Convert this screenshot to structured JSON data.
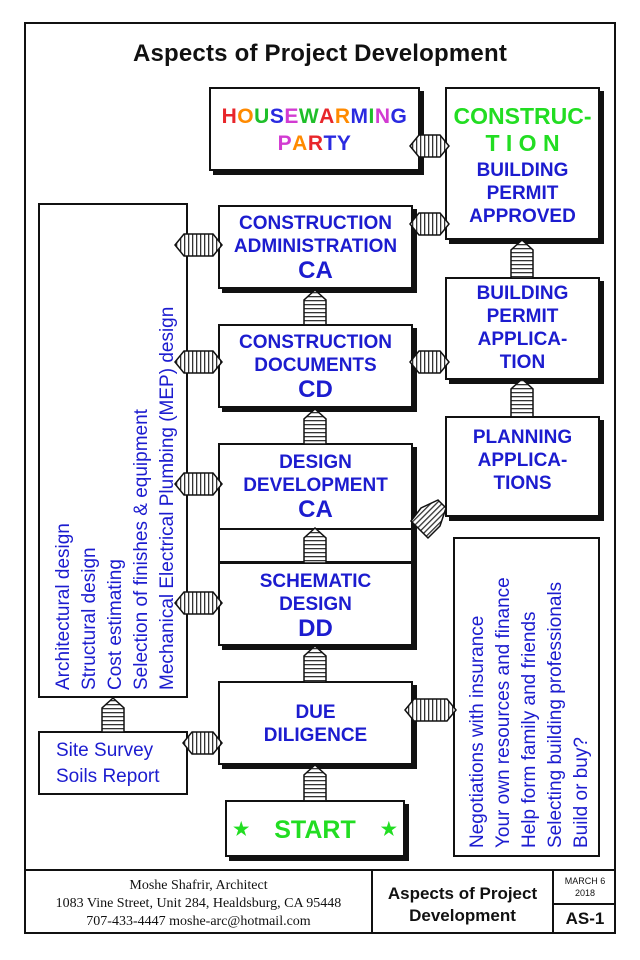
{
  "title": "Aspects of Project Development",
  "housewarming": {
    "line1_letters": [
      {
        "ch": "H",
        "color": "#e8262b"
      },
      {
        "ch": "O",
        "color": "#ff8a00"
      },
      {
        "ch": "U",
        "color": "#1fbf2a"
      },
      {
        "ch": "S",
        "color": "#2a2ae0"
      },
      {
        "ch": "E",
        "color": "#d23bd2"
      },
      {
        "ch": "W",
        "color": "#1fbf2a"
      },
      {
        "ch": "A",
        "color": "#e8262b"
      },
      {
        "ch": "R",
        "color": "#ff8a00"
      },
      {
        "ch": "M",
        "color": "#2a2ae0"
      },
      {
        "ch": "I",
        "color": "#1fbf2a"
      },
      {
        "ch": "N",
        "color": "#d23bd2"
      },
      {
        "ch": "G",
        "color": "#2a2ae0"
      }
    ],
    "line2_letters": [
      {
        "ch": "P",
        "color": "#d23bd2"
      },
      {
        "ch": "A",
        "color": "#ff8a00"
      },
      {
        "ch": "R",
        "color": "#e8262b"
      },
      {
        "ch": "T",
        "color": "#2a2ae0"
      },
      {
        "ch": "Y",
        "color": "#2a2ae0"
      }
    ]
  },
  "construction": {
    "line1": "CONSTRUC-",
    "line2": "T I O N",
    "line3": "BUILDING",
    "line4": "PERMIT",
    "line5": "APPROVED"
  },
  "ca_box": {
    "line1": "CONSTRUCTION",
    "line2": "ADMINISTRATION",
    "abbr": "CA"
  },
  "cd_box": {
    "line1": "CONSTRUCTION",
    "line2": "DOCUMENTS",
    "abbr": "CD"
  },
  "dd_box": {
    "line1": "DESIGN",
    "line2": "DEVELOPMENT",
    "abbr": "CA"
  },
  "sd_box": {
    "line1": "SCHEMATIC",
    "line2": "DESIGN",
    "abbr": "DD"
  },
  "due_box": {
    "line1": "DUE",
    "line2": "DILIGENCE"
  },
  "start_box": {
    "star": "★",
    "label": "START"
  },
  "permit_app": {
    "line1": "BUILDING",
    "line2": "PERMIT",
    "line3": "APPLICA-",
    "line4": "TION"
  },
  "planning": {
    "line1": "PLANNING",
    "line2": "APPLICA-",
    "line3": "TIONS"
  },
  "site_survey": {
    "line1": "Site Survey",
    "line2": "Soils Report"
  },
  "design_list": [
    "Architectural design",
    "Structural design",
    "Cost estimating",
    "Selection of finishes & equipment",
    "Mechanical Electrical Plumbing (MEP) design"
  ],
  "finance_list": [
    "Negotiations with insurance",
    "Your own resources and finance",
    "Help form family and friends",
    "Selecting building professionals",
    "Build or buy?"
  ],
  "footer": {
    "name": "Moshe Shafrir, Architect",
    "address": "1083 Vine Street, Unit 284, Healdsburg, CA 95448",
    "contact": "707-433-4447  moshe-arc@hotmail.com",
    "sheet_title_1": "Aspects of Project",
    "sheet_title_2": "Development",
    "date_1": "MARCH 6",
    "date_2": "2018",
    "sheet_no": "AS-1"
  }
}
